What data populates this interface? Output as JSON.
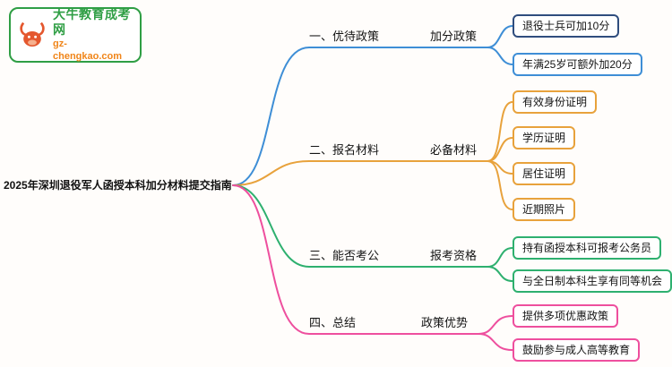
{
  "logo": {
    "title": "大牛教育成考网",
    "url": "gz-chengkao.com",
    "icon": "bull-icon"
  },
  "main_topic": "2025年深圳退役军人函授本科加分材料提交指南",
  "branches": [
    {
      "label": "一、优待政策",
      "sub": "加分政策",
      "color": "#3e8ed6",
      "leaves": [
        {
          "text": "退役士兵可加10分",
          "color": "#2f4d7e"
        },
        {
          "text": "年满25岁可额外加20分",
          "color": "#3e8ed6"
        }
      ]
    },
    {
      "label": "二、报名材料",
      "sub": "必备材料",
      "color": "#e8a23c",
      "leaves": [
        {
          "text": "有效身份证明",
          "color": "#e8a23c"
        },
        {
          "text": "学历证明",
          "color": "#e8a23c"
        },
        {
          "text": "居住证明",
          "color": "#e8a23c"
        },
        {
          "text": "近期照片",
          "color": "#e8a23c"
        }
      ]
    },
    {
      "label": "三、能否考公",
      "sub": "报考资格",
      "color": "#2eb06f",
      "leaves": [
        {
          "text": "持有函授本科可报考公务员",
          "color": "#2eb06f"
        },
        {
          "text": "与全日制本科生享有同等机会",
          "color": "#2eb06f"
        }
      ]
    },
    {
      "label": "四、总结",
      "sub": "政策优势",
      "color": "#ee4f9e",
      "leaves": [
        {
          "text": "提供多项优惠政策",
          "color": "#ee4f9e"
        },
        {
          "text": "鼓励参与成人高等教育",
          "color": "#ee4f9e"
        }
      ]
    }
  ],
  "colors": {
    "logo_green": "#2f9e44",
    "logo_orange": "#f08519",
    "bull": "#e4572e"
  }
}
